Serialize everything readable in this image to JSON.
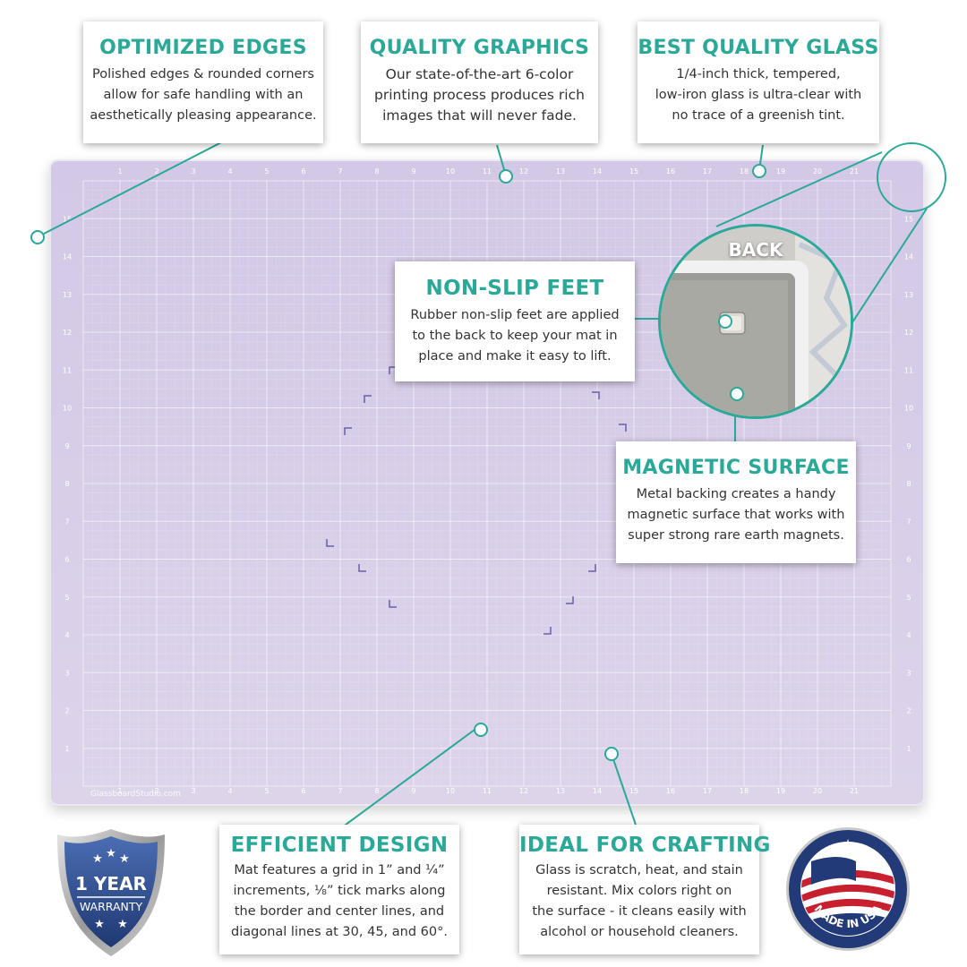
{
  "callouts": {
    "optimized_edges": {
      "title": "OPTIMIZED EDGES",
      "lines": [
        "Polished edges & rounded corners",
        "allow for safe handling with an",
        "aesthetically pleasing appearance."
      ]
    },
    "quality_graphics": {
      "title": "QUALITY GRAPHICS",
      "lines": [
        "Our state-of-the-art 6-color",
        "printing process produces rich",
        "images that will never fade."
      ]
    },
    "best_quality_glass": {
      "title": "BEST QUALITY GLASS",
      "lines": [
        "1/4-inch thick, tempered,",
        "low-iron glass is ultra-clear with",
        "no trace of a greenish tint."
      ]
    },
    "non_slip_feet": {
      "title": "NON-SLIP FEET",
      "lines": [
        "Rubber non-slip feet are applied",
        "to the back to keep your mat in",
        "place and make it easy to lift."
      ]
    },
    "magnetic_surface": {
      "title": "MAGNETIC SURFACE",
      "lines": [
        "Metal backing creates a handy",
        "magnetic surface that works with",
        "super strong rare earth magnets."
      ]
    },
    "efficient_design": {
      "title": "EFFICIENT DESIGN",
      "lines": [
        "Mat features a grid in 1” and ¼”",
        "increments, ⅛” tick marks along",
        "the border and center lines, and",
        "diagonal lines at 30, 45, and 60°."
      ]
    },
    "ideal_for_crafting": {
      "title": "IDEAL FOR CRAFTING",
      "lines": [
        "Glass is scratch, heat, and stain",
        "resistant. Mix colors right on",
        "the surface - it cleans easily with",
        "alcohol or household cleaners."
      ]
    }
  },
  "zoom": {
    "label": "BACK"
  },
  "mat": {
    "watermark": "GlassboardStudio.com",
    "ruler_top": [
      "1",
      "2",
      "3",
      "4",
      "5",
      "6",
      "7",
      "8",
      "9",
      "10",
      "11",
      "12",
      "13",
      "14",
      "15",
      "16",
      "17",
      "18",
      "19",
      "20",
      "21"
    ],
    "ruler_side": [
      "15",
      "14",
      "13",
      "12",
      "11",
      "10",
      "9",
      "8",
      "7",
      "6",
      "5",
      "4",
      "3",
      "2",
      "1"
    ]
  },
  "badges": {
    "warranty": {
      "line1": "1 YEAR",
      "line2": "WARRANTY"
    },
    "usa": {
      "text": "MADE IN USA"
    }
  },
  "colors": {
    "accent": "#2aa998",
    "mat": "#d6cbe7",
    "shield": "#2f4f8f",
    "usa_ring": "#233a78"
  }
}
